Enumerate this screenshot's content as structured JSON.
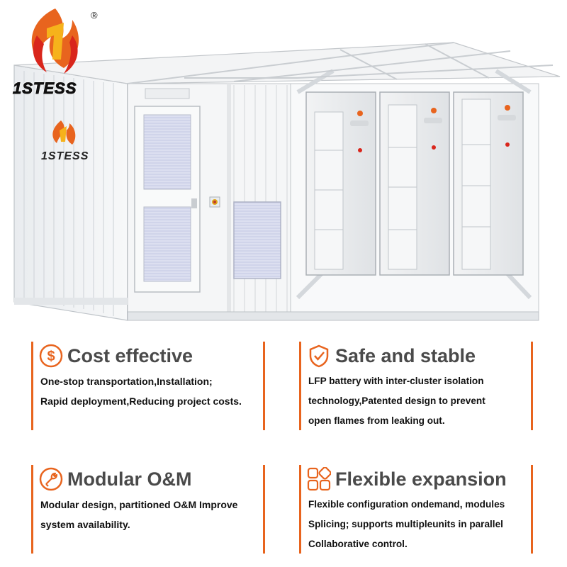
{
  "brand": {
    "name": "1STESS",
    "registered": "®",
    "colors": {
      "orange": "#e8641e",
      "red": "#d9261c",
      "yellow": "#f6b21b"
    }
  },
  "hero_image": {
    "container_brand": "1STESS",
    "cabinet_count": 3
  },
  "features": [
    {
      "icon": "dollar-circle-icon",
      "title": "Cost effective",
      "lines": [
        "One-stop transportation,Installation;",
        "Rapid deployment,Reducing project costs."
      ]
    },
    {
      "icon": "shield-check-icon",
      "title": "Safe and stable",
      "lines": [
        "LFP battery with inter-cluster isolation",
        "technology,Patented design to prevent",
        "open flames from leaking out."
      ]
    },
    {
      "icon": "wrench-circle-icon",
      "title": "Modular O&M",
      "lines": [
        "Modular design, partitioned O&M Improve",
        "system availability."
      ]
    },
    {
      "icon": "modules-grid-icon",
      "title": "Flexible expansion",
      "lines": [
        "Flexible configuration ondemand, modules",
        "Splicing; supports multipleunits in parallel",
        "Collaborative control."
      ]
    }
  ],
  "accent_color": "#e8641e"
}
